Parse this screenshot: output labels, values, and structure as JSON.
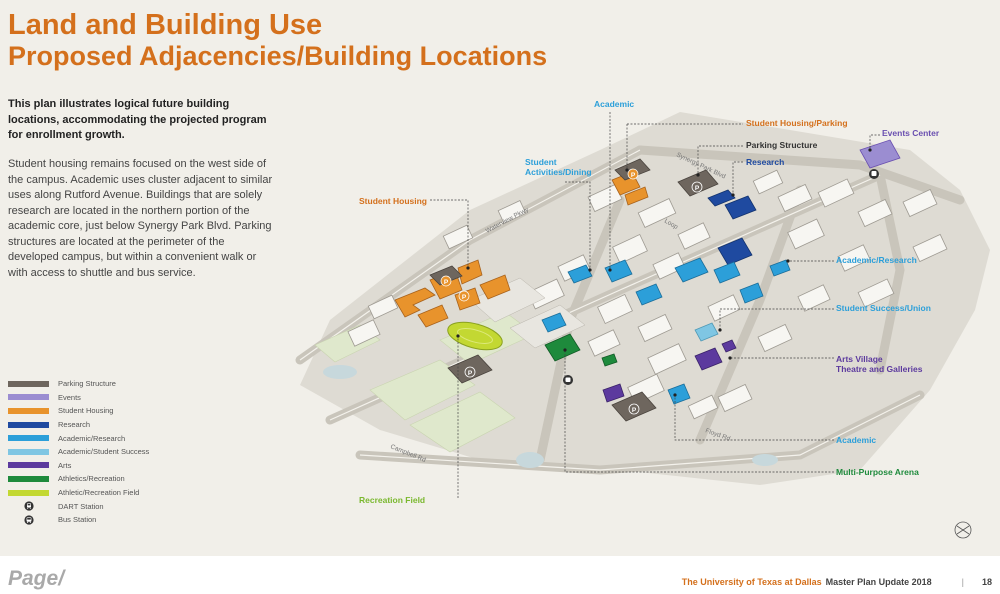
{
  "header": {
    "title": "Land and Building Use",
    "subtitle": "Proposed Adjacencies/Building Locations"
  },
  "intro": {
    "bold": "This plan illustrates logical future building locations, accommodating the projected program for enrollment growth.",
    "body": "Student housing remains focused on the west side of the campus. Academic uses cluster adjacent to similar uses along Rutford Avenue. Buildings that are solely research are located in the northern portion of the academic core, just below Synergy Park Blvd. Parking structures are located at the perimeter of the developed campus, but within a convenient walk or with access to shuttle and bus service."
  },
  "legend": [
    {
      "label": "Parking Structure",
      "color": "#6e665e",
      "kind": "swatch"
    },
    {
      "label": "Events",
      "color": "#9b8dd1",
      "kind": "swatch"
    },
    {
      "label": "Student Housing",
      "color": "#e8932c",
      "kind": "swatch"
    },
    {
      "label": "Research",
      "color": "#1f4aa0",
      "kind": "swatch"
    },
    {
      "label": "Academic/Research",
      "color": "#2c9fd9",
      "kind": "swatch"
    },
    {
      "label": "Academic/Student Success",
      "color": "#7fc6e3",
      "kind": "swatch"
    },
    {
      "label": "Arts",
      "color": "#5c3a9e",
      "kind": "swatch"
    },
    {
      "label": "Athletics/Recreation",
      "color": "#1e8a3c",
      "kind": "swatch"
    },
    {
      "label": "Athletic/Recreation Field",
      "color": "#c3d832",
      "kind": "swatch"
    },
    {
      "label": "DART Station",
      "color": "#333333",
      "kind": "dart"
    },
    {
      "label": "Bus Station",
      "color": "#333333",
      "kind": "bus"
    }
  ],
  "map": {
    "parking_marker": "P",
    "streets": {
      "waterview": "Waterview Pkwy",
      "synergy": "Synergy Park Blvd",
      "campbell": "Campbell Rd",
      "loop": "Loop",
      "floyd": "Floyd Rd"
    },
    "callouts": {
      "academic_top": {
        "text": "Academic",
        "color": "#2c9fd9"
      },
      "student_activities": {
        "line1": "Student",
        "line2": "Activities/Dining",
        "color": "#2c9fd9"
      },
      "student_housing_parking": {
        "text": "Student Housing/Parking",
        "color": "#d4701c"
      },
      "parking_structure": {
        "text": "Parking Structure",
        "color": "#333333"
      },
      "research": {
        "text": "Research",
        "color": "#1f4aa0"
      },
      "events_center": {
        "text": "Events Center",
        "color": "#6a4fb0"
      },
      "student_housing": {
        "text": "Student Housing",
        "color": "#d4701c"
      },
      "academic_research": {
        "text": "Academic/Research",
        "color": "#2c9fd9"
      },
      "student_success": {
        "text": "Student Success/Union",
        "color": "#2c9fd9"
      },
      "arts_village": {
        "line1": "Arts Village",
        "line2": "Theatre and Galleries",
        "color": "#5c3a9e"
      },
      "academic_bottom": {
        "text": "Academic",
        "color": "#2c9fd9"
      },
      "multi_purpose": {
        "text": "Multi-Purpose Arena",
        "color": "#1e8a3c"
      },
      "recreation_field": {
        "text": "Recreation Field",
        "color": "#7ab82e"
      }
    }
  },
  "footer": {
    "logo": "Page/",
    "university": "The University of Texas at Dallas",
    "plan": "Master Plan Update 2018",
    "separator": "|",
    "page_number": "18"
  }
}
